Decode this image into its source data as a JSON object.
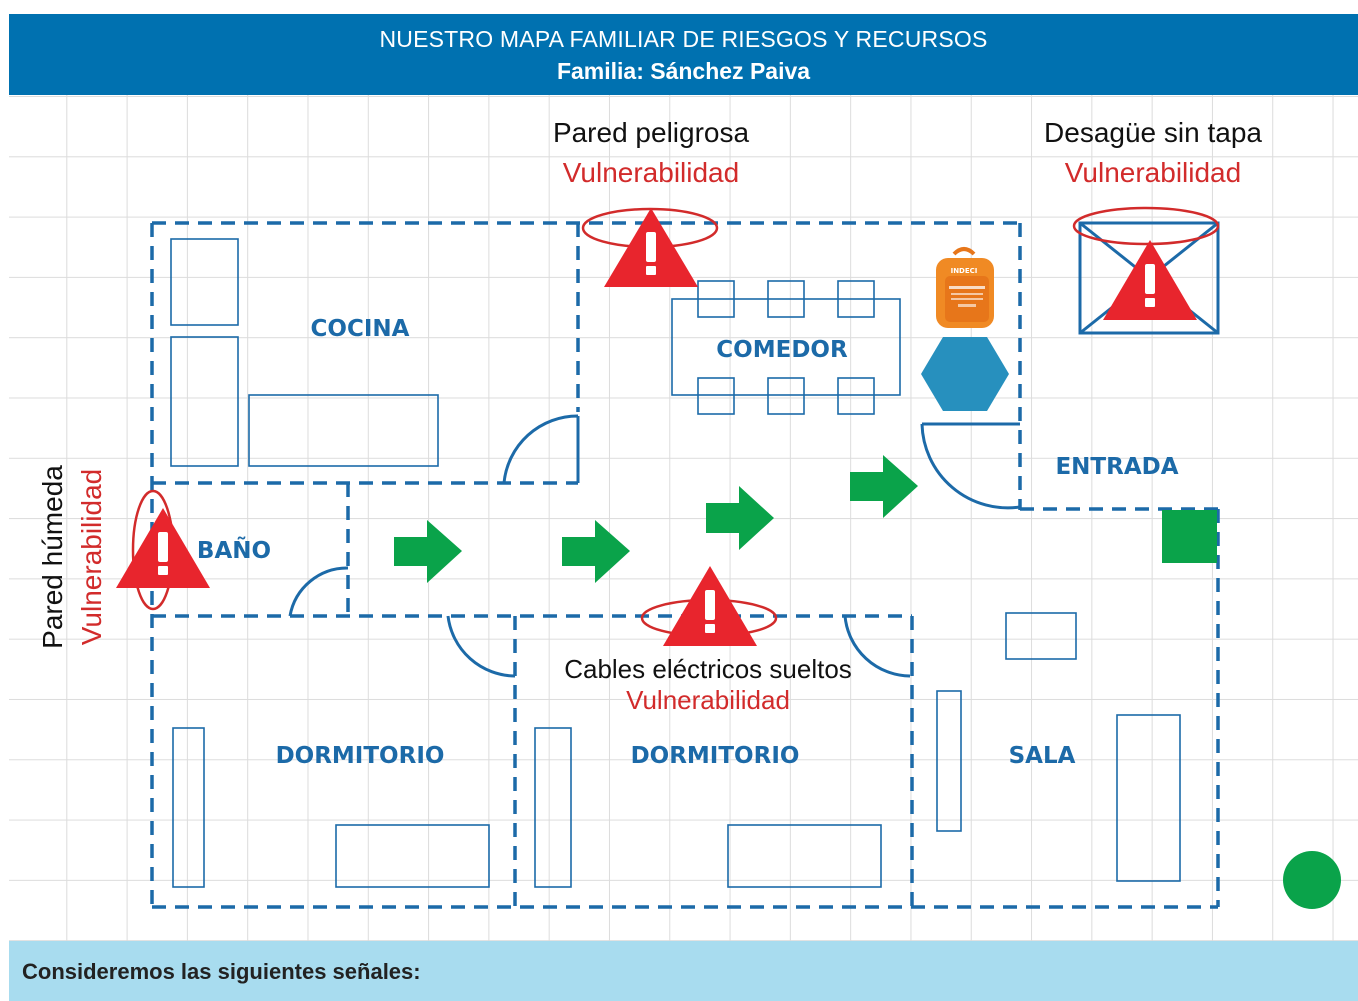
{
  "header": {
    "title": "NUESTRO MAPA FAMILIAR DE RIESGOS Y RECURSOS",
    "subtitle": "Familia: Sánchez Paiva"
  },
  "rooms": {
    "cocina": "COCINA",
    "comedor": "COMEDOR",
    "entrada": "ENTRADA",
    "bano": "BAÑO",
    "dormitorio_1": "DORMITORIO",
    "dormitorio_2": "DORMITORIO",
    "sala": "SALA"
  },
  "hazards": {
    "pared_peligrosa": {
      "label": "Pared peligrosa",
      "type": "Vulnerabilidad"
    },
    "desague": {
      "label": "Desagüe sin tapa",
      "type": "Vulnerabilidad"
    },
    "pared_humeda": {
      "label": "Pared húmeda",
      "type": "Vulnerabilidad"
    },
    "cables": {
      "label": "Cables eléctricos sueltos",
      "type": "Vulnerabilidad"
    }
  },
  "backpack": {
    "brand": "INDECI"
  },
  "footer": {
    "text": "Consideremos las siguientes señales:"
  },
  "colors": {
    "header_bg": "#0071b0",
    "wall": "#1c6aa8",
    "hazard": "#e8252d",
    "arrow": "#0aa34a",
    "footer_bg": "#a8dcef"
  },
  "icons": [
    "warning-triangle-icon",
    "green-arrow-icon",
    "hexagon-icon",
    "green-square-icon",
    "green-circle-icon",
    "backpack-icon",
    "drain-cross-icon"
  ]
}
